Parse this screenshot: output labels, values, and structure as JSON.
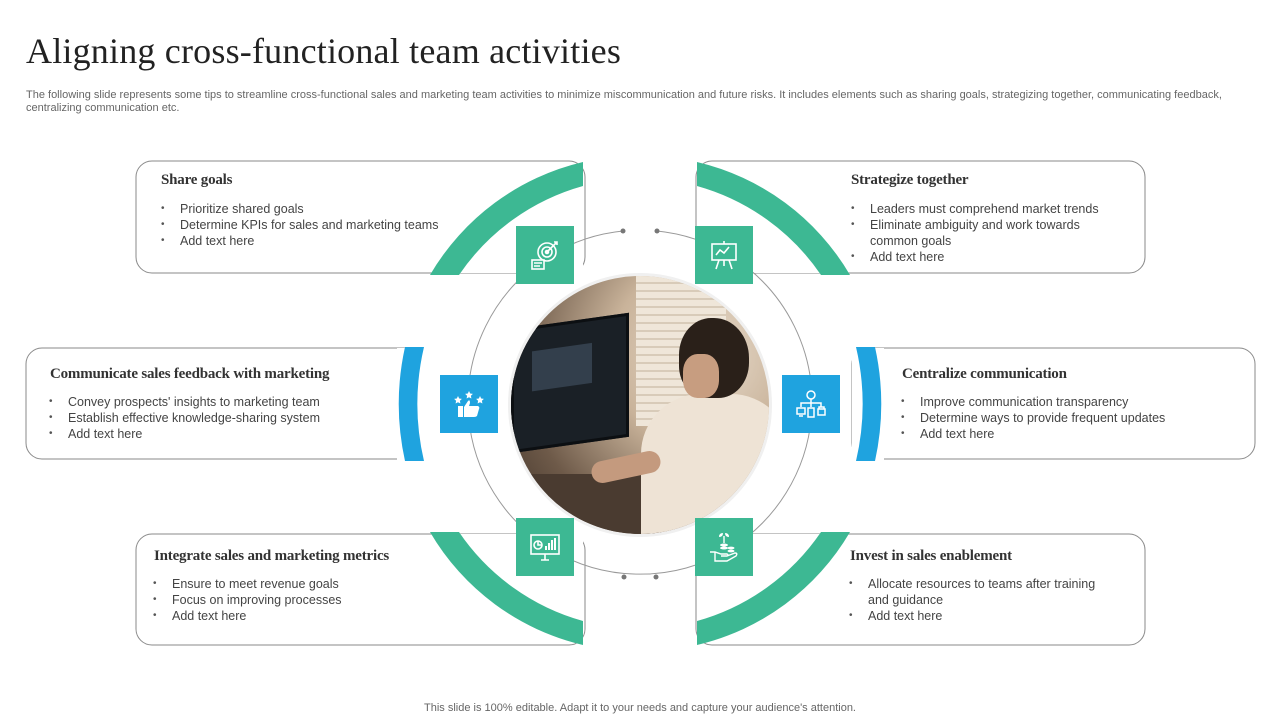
{
  "title": "Aligning cross-functional team activities",
  "subtitle": "The following slide represents some tips to streamline cross-functional sales and marketing team activities to minimize miscommunication and future risks. It includes elements such as sharing goals, strategizing together, communicating feedback, centralizing communication etc.",
  "footer": "This slide is 100% editable. Adapt it to your needs and capture your audience's attention.",
  "colors": {
    "teal": "#3db893",
    "blue": "#1fa3df",
    "border": "#8a8a8a",
    "ring": "#999999"
  },
  "cards": {
    "share_goals": {
      "title": "Share goals",
      "bullets": [
        "Prioritize shared goals",
        "Determine KPIs for sales and marketing teams",
        "Add text here"
      ],
      "icon": "target-icon"
    },
    "strategize": {
      "title": "Strategize together",
      "bullets": [
        "Leaders must comprehend market trends",
        "Eliminate ambiguity and work towards common goals",
        "Add text here"
      ],
      "icon": "presentation-board-icon"
    },
    "communicate": {
      "title": "Communicate sales feedback with marketing",
      "bullets": [
        "Convey prospects' insights to marketing team",
        "Establish effective knowledge-sharing system",
        "Add text here"
      ],
      "icon": "thumbs-up-stars-icon"
    },
    "centralize": {
      "title": "Centralize communication",
      "bullets": [
        "Improve communication transparency",
        "Determine ways to provide frequent updates",
        "Add text here"
      ],
      "icon": "network-devices-icon"
    },
    "integrate": {
      "title": "Integrate sales and marketing metrics",
      "bullets": [
        "Ensure to meet revenue goals",
        "Focus on improving processes",
        "Add text here"
      ],
      "icon": "analytics-monitor-icon"
    },
    "invest": {
      "title": "Invest in sales enablement",
      "bullets": [
        "Allocate resources to teams after training and guidance",
        "Add text here"
      ],
      "icon": "hand-coins-plant-icon"
    }
  }
}
